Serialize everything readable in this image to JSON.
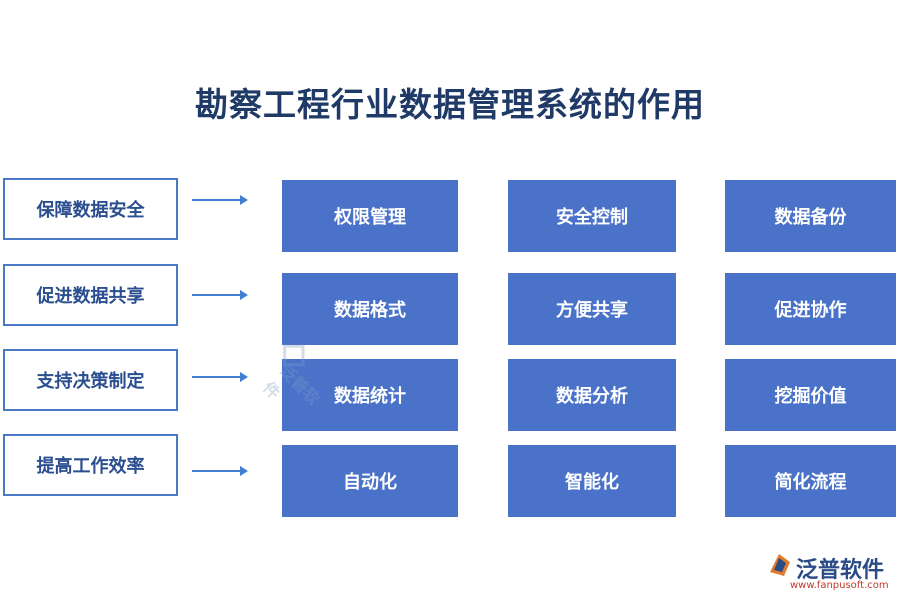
{
  "title": "勘察工程行业数据管理系统的作用",
  "purposes": [
    "保障数据安全",
    "促进数据共享",
    "支持决策制定",
    "提高工作效率"
  ],
  "grid": [
    [
      "权限管理",
      "安全控制",
      "数据备份"
    ],
    [
      "数据格式",
      "方便共享",
      "促进协作"
    ],
    [
      "数据统计",
      "数据分析",
      "挖掘价值"
    ],
    [
      "自动化",
      "智能化",
      "简化流程"
    ]
  ],
  "watermark": {
    "text": "泛普软件"
  },
  "logo": {
    "name": "泛普软件",
    "url": "www.fanpusoft.com"
  },
  "colors": {
    "title": "#1f3a66",
    "box_border": "#4a78c4",
    "cell_fill": "#4a72c8",
    "arrow": "#3f7ed1"
  }
}
